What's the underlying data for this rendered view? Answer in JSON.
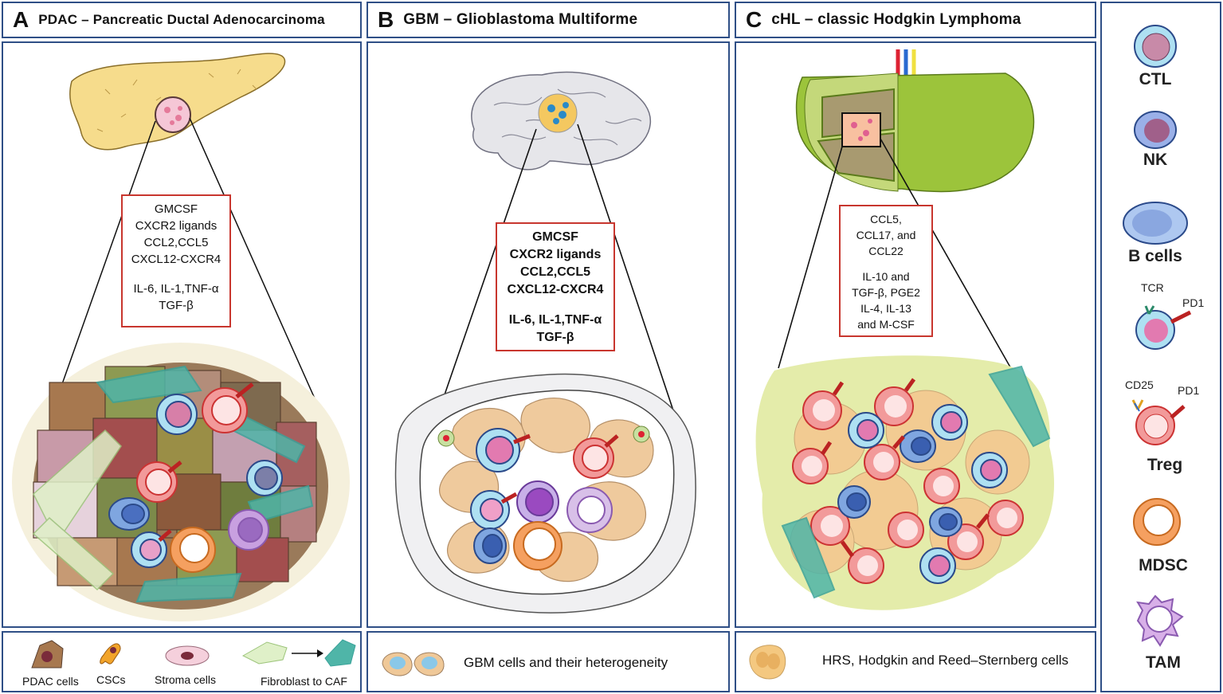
{
  "panels": {
    "a": {
      "letter": "A",
      "title": "PDAC – Pancreatic Ductal Adenocarcinoma",
      "cytokines": [
        "GMCSF",
        "CXCR2 ligands",
        "CCL2,CCL5",
        "CXCL12-CXCR4",
        "IL-6, IL-1,TNF-α",
        "TGF-β"
      ],
      "legend": [
        "PDAC cells",
        "CSCs",
        "Stroma cells",
        "Fibroblast to CAF"
      ]
    },
    "b": {
      "letter": "B",
      "title": "GBM – Glioblastoma Multiforme",
      "cytokines": [
        "GMCSF",
        "CXCR2 ligands",
        "CCL2,CCL5",
        "CXCL12-CXCR4",
        "IL-6, IL-1,TNF-α",
        "TGF-β"
      ],
      "legend": [
        "GBM cells and their heterogeneity"
      ]
    },
    "c": {
      "letter": "C",
      "title": "cHL – classic Hodgkin Lymphoma",
      "cytokines": [
        "CCL5,",
        "CCL17, and",
        "CCL22",
        "IL-10 and",
        "TGF-β, PGE2",
        "IL-4, IL-13",
        "and M-CSF"
      ],
      "legend": [
        "HRS, Hodgkin and Reed–Sternberg cells"
      ]
    }
  },
  "side_legend": {
    "ctl": "CTL",
    "nk": "NK",
    "bcells": "B cells",
    "tcr": "TCR",
    "pd1_a": "PD1",
    "cd25": "CD25",
    "pd1_b": "PD1",
    "treg": "Treg",
    "mdsc": "MDSC",
    "tam": "TAM"
  },
  "colors": {
    "frame": "#2f4f86",
    "cytokine_border": "#c8362e",
    "pancreas": "#f6dc8c",
    "brain": "#e6e6ea",
    "lymph": "#9cc43b",
    "tumor_bg": "#f5f0dc",
    "lymph_bg": "#e4ecaa"
  }
}
